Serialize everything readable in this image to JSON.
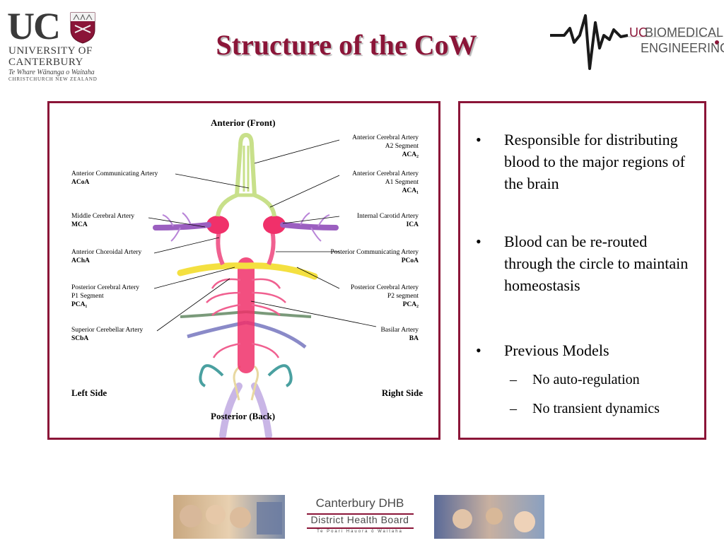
{
  "header": {
    "title": "Structure of the CoW",
    "uc_logo": {
      "letters": "UC",
      "line1": "UNIVERSITY OF",
      "line2": "CANTERBURY",
      "maori": "Te Whare Wānanga o Waitaha",
      "city": "CHRISTCHURCH NEW ZEALAND"
    },
    "bme_logo": {
      "uc": "UC",
      "line1": "BIOMEDICAL",
      "line2": "ENGINEERING"
    }
  },
  "diagram": {
    "top_label": "Anterior (Front)",
    "bottom_label": "Posterior (Back)",
    "left_side": "Left Side",
    "right_side": "Right Side",
    "labels_left": [
      {
        "name": "Anterior Communicating Artery",
        "abbr": "ACoA"
      },
      {
        "name": "Middle Cerebral Artery",
        "abbr": "MCA"
      },
      {
        "name": "Anterior Choroidal Artery",
        "abbr": "AChA"
      },
      {
        "name": "Posterior Cerebral Artery",
        "sub": "P1 Segment",
        "abbr": "PCA₁"
      },
      {
        "name": "Superior Cerebellar Artery",
        "abbr": "SCbA"
      }
    ],
    "labels_right": [
      {
        "name": "Anterior Cerebral Artery",
        "sub": "A2 Segment",
        "abbr": "ACA₂"
      },
      {
        "name": "Anterior Cerebral Artery",
        "sub": "A1 Segment",
        "abbr": "ACA₁"
      },
      {
        "name": "Internal Carotid Artery",
        "abbr": "ICA"
      },
      {
        "name": "Posterior Communicating Artery",
        "abbr": "PCoA"
      },
      {
        "name": "Posterior Cerebral Artery",
        "sub": "P2 segment",
        "abbr": "PCA₂"
      },
      {
        "name": "Basilar Artery",
        "abbr": "BA"
      }
    ]
  },
  "content": {
    "bullets": [
      "Responsible for distributing blood to the major regions of the brain",
      "Blood can be re-routed through the circle to maintain homeostasis",
      "Previous Models"
    ],
    "bullet_symbol": "•",
    "dash_symbol": "–",
    "sub_bullets": [
      "No auto-regulation",
      "No transient dynamics"
    ]
  },
  "footer": {
    "dhb_line1": "Canterbury DHB",
    "dhb_line2": "District Health Board",
    "dhb_line3": "Te Poari Hauora ō Waitaha"
  },
  "colors": {
    "accent": "#8b1538",
    "aca": "#c8e08a",
    "ica": "#f0306a",
    "mca": "#9b5fc0",
    "pca": "#f4e040",
    "basilar": "#f0306a"
  }
}
